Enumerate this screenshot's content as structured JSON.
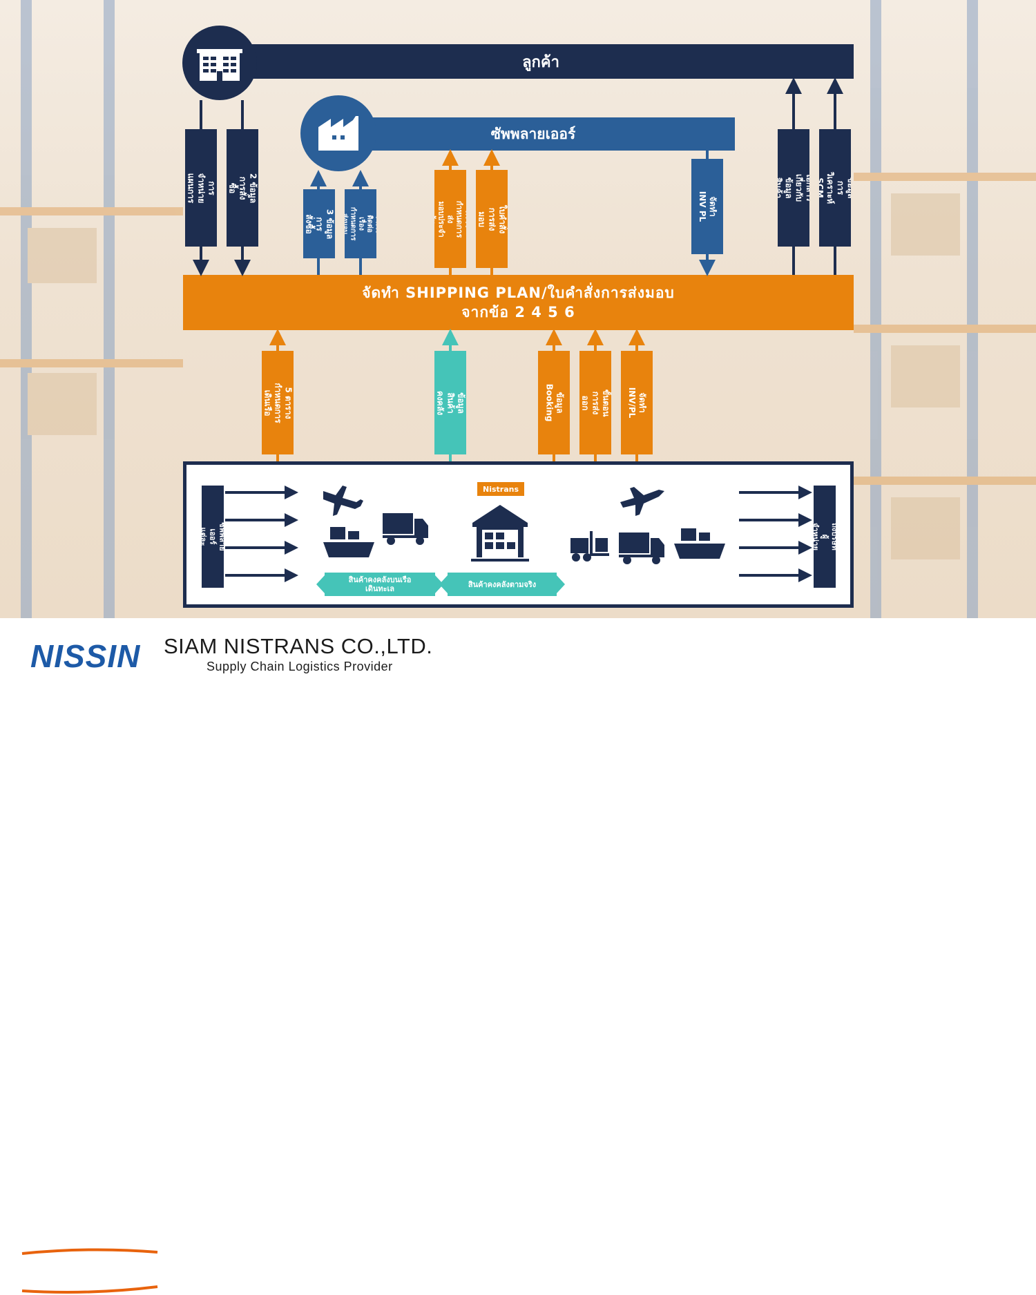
{
  "customer_label": "ลูกค้า",
  "supplier_label": "ซัพพลายเออร์",
  "shipping_plan": {
    "line1": "จัดทำ SHIPPING PLAN/ใบคำสั่งการส่งมอบ",
    "line2": "จากข้อ 2 4 5 6"
  },
  "flow_labels": {
    "sales_production": "1 ข้อมูลการจำหน่าย\nแผนการผลิต",
    "order_info": "2 ข้อมูลการสั่งซื้อ",
    "order_info_3": "3 ข้อมูลการ\nสั่งซื้อ",
    "delivery_contact": "4 การติดต่อ\nเรื่องกำหนดการ\nส่งมอบ",
    "check_schedule": "ตรวจ\nกำหนดการส่ง\nมอบประจำวัน",
    "delivery_order": "ใบคำสั่ง\nการส่งมอบ",
    "inv_pl_supplier": "จัดทำ INV PL",
    "docs_product": "เอกสารเกี่ยวกับ\nข้อมูลสินค้า",
    "scm_analysis": "ข้อมูลการวิเคราะห์ SCM",
    "vessel_schedule": "5 ตารางกำหนดการ\nเดินเรือ",
    "warehouse_stock": "ข้อมูลสินค้าคงคลัง",
    "booking_info": "ข้อมูล Booking",
    "export_procedure": "ขั้นตอนการส่งออก",
    "inv_pl_bottom": "จัดทำ INV/PL"
  },
  "logistics": {
    "from_label": "จากซัพพลายเออร์\nแต่ละประเภท",
    "to_label": "ถึงบริษัทผู้จำหน่าย",
    "nistrans_tag": "Nistrans",
    "inventory_sea": "สินค้าคงคลังบนเรือ\nเดินทะเล",
    "inventory_actual": "สินค้าคงคลังตามจริง"
  },
  "footer": {
    "logo": "NISSIN",
    "company": "SIAM NISTRANS CO.,LTD.",
    "tagline": "Supply Chain Logistics Provider"
  },
  "colors": {
    "navy": "#1d2d4f",
    "blue": "#2b5f98",
    "orange": "#e8830d",
    "teal": "#45c4b8"
  },
  "icons": [
    "office-building-icon",
    "factory-icon",
    "airplane-icon",
    "truck-icon",
    "ship-icon",
    "warehouse-icon",
    "forklift-icon"
  ]
}
